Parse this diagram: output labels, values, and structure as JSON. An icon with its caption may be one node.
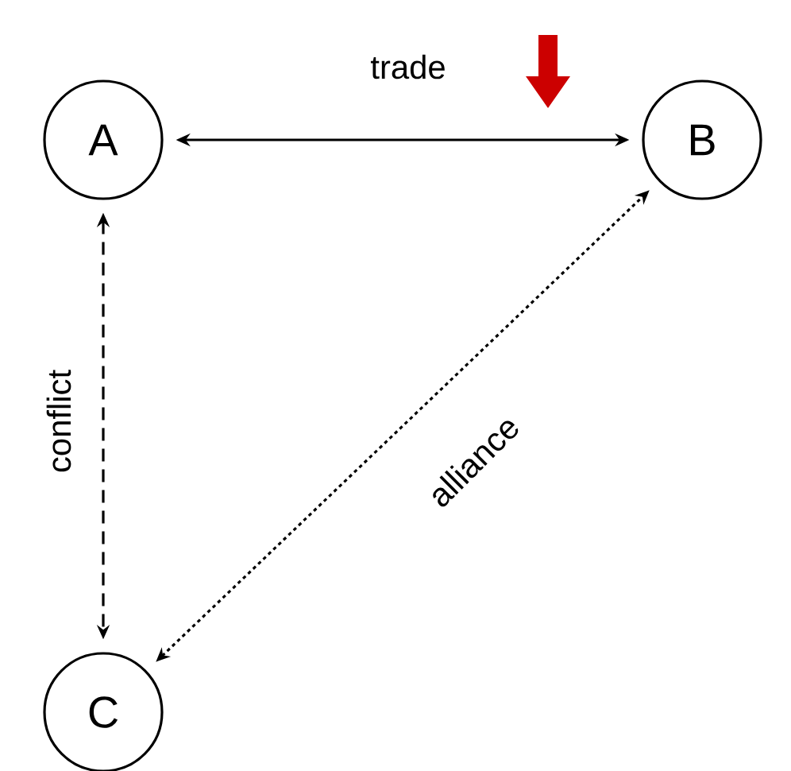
{
  "diagram": {
    "nodes": [
      {
        "text": [
          "A"
        ]
      },
      {
        "text": [
          "B"
        ]
      },
      {
        "text": [
          "C"
        ]
      }
    ],
    "edges": [
      {
        "from": 0,
        "to": 1,
        "arrow": "both",
        "label": "trade"
      },
      {
        "from": 0,
        "to": 2,
        "arrow": "both",
        "label": "conflict",
        "style": "dashed"
      },
      {
        "from": 2,
        "to": 1,
        "arrow": "both",
        "label": "alliance",
        "style": "dashed"
      }
    ]
  }
}
